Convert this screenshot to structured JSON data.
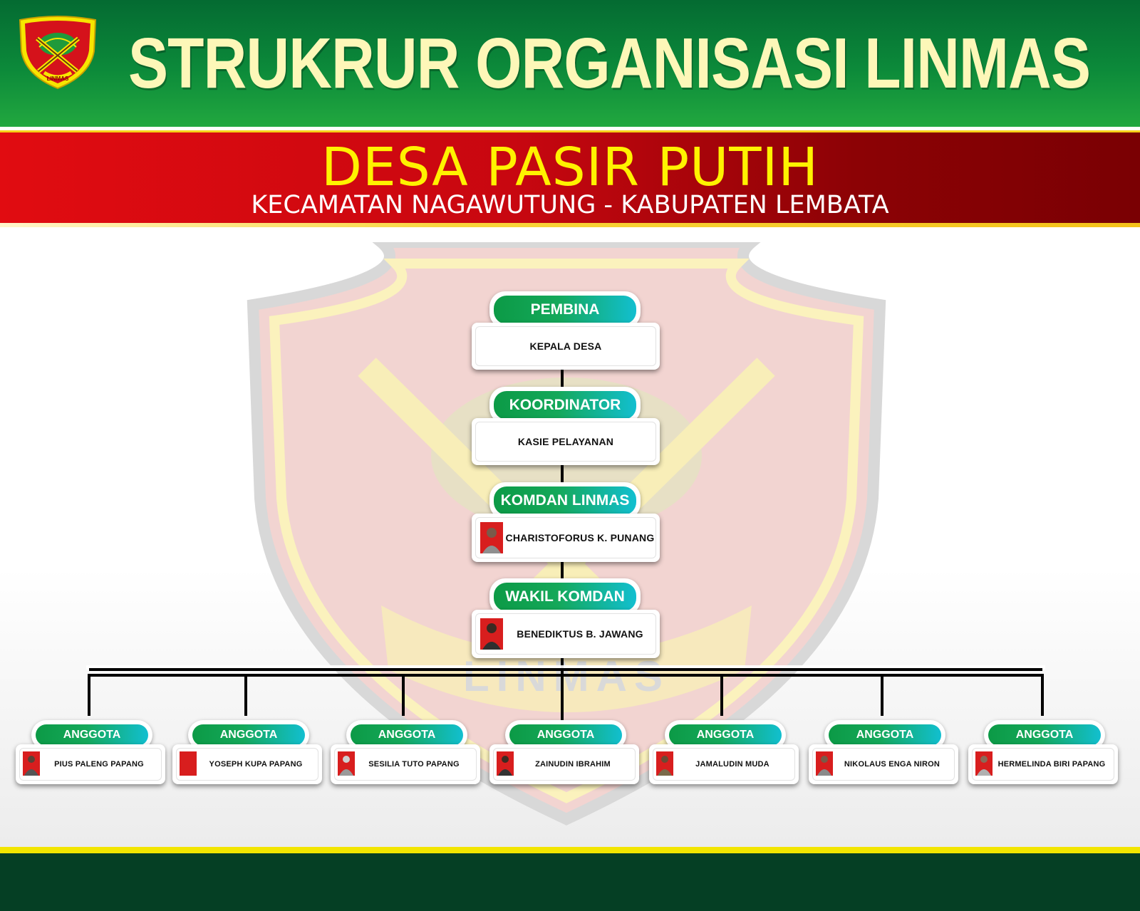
{
  "header": {
    "title": "STRUKRUR ORGANISASI LINMAS",
    "logo_text": "LINMAS"
  },
  "subheader": {
    "village": "DESA PASIR PUTIH",
    "location": "KECAMATAN NAGAWUTUNG - KABUPATEN LEMBATA"
  },
  "watermark_text": "LINMAS",
  "colors": {
    "header_green": "#0c8a3a",
    "banner_red": "#c80710",
    "title_yellow": "#fff200",
    "tab_green": "#0c9a46",
    "tab_cyan": "#12bfd0",
    "footer_green": "#053f24"
  },
  "hierarchy": [
    {
      "role": "PEMBINA",
      "name": "KEPALA DESA"
    },
    {
      "role": "KOORDINATOR",
      "name": "KASIE PELAYANAN"
    },
    {
      "role": "KOMDAN LINMAS",
      "name": "CHARISTOFORUS K. PUNANG"
    },
    {
      "role": "WAKIL KOMDAN",
      "name": "BENEDIKTUS B. JAWANG"
    }
  ],
  "members": [
    {
      "role": "ANGGOTA",
      "name": "PIUS PALENG PAPANG"
    },
    {
      "role": "ANGGOTA",
      "name": "YOSEPH KUPA PAPANG"
    },
    {
      "role": "ANGGOTA",
      "name": "SESILIA TUTO PAPANG"
    },
    {
      "role": "ANGGOTA",
      "name": "ZAINUDIN IBRAHIM"
    },
    {
      "role": "ANGGOTA",
      "name": "JAMALUDIN MUDA"
    },
    {
      "role": "ANGGOTA",
      "name": "NIKOLAUS ENGA NIRON"
    },
    {
      "role": "ANGGOTA",
      "name": "HERMELINDA BIRI PAPANG"
    }
  ]
}
